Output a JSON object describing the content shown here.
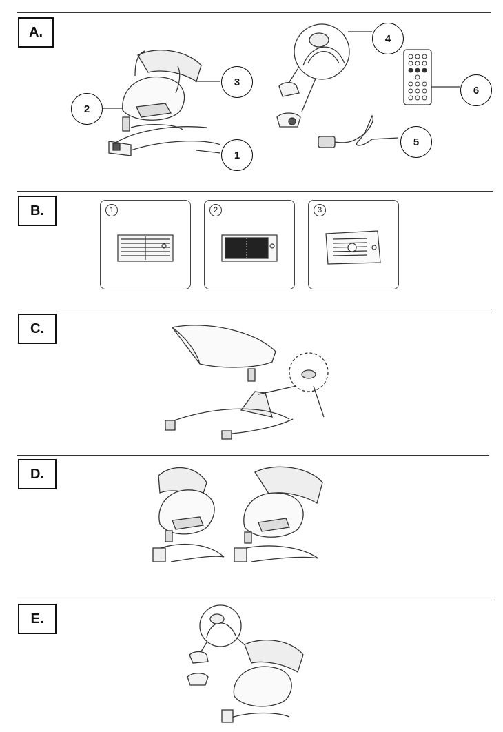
{
  "sections": [
    {
      "letter": "A."
    },
    {
      "letter": "B."
    },
    {
      "letter": "C."
    },
    {
      "letter": "D."
    },
    {
      "letter": "E."
    }
  ],
  "parts": [
    {
      "number": "1",
      "name": "base-frame"
    },
    {
      "number": "2",
      "name": "seat-support"
    },
    {
      "number": "3",
      "name": "seat-with-canopy"
    },
    {
      "number": "4",
      "name": "toy-bar-with-toys"
    },
    {
      "number": "5",
      "name": "power-adapter"
    },
    {
      "number": "6",
      "name": "remote-control"
    }
  ],
  "battery_steps": [
    {
      "number": "1",
      "icon": "battery-compartment-open-icon"
    },
    {
      "number": "2",
      "icon": "battery-compartment-filled-icon"
    },
    {
      "number": "3",
      "icon": "battery-cover-closed-icon"
    }
  ],
  "colors": {
    "line": "#333333",
    "box_border": "#111111"
  }
}
